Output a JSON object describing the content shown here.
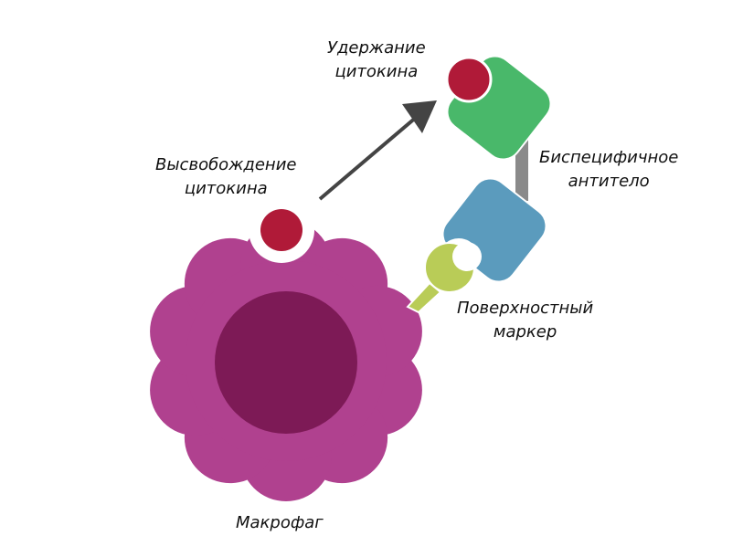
{
  "labels": {
    "retention": [
      "Удержание",
      "цитокина"
    ],
    "release": [
      "Высвобождение",
      "цитокина"
    ],
    "antibody": [
      "Биспецифичное",
      "антитело"
    ],
    "marker": [
      "Поверхностный",
      "маркер"
    ],
    "macrophage": "Макрофаг"
  },
  "colors": {
    "macrophage": "#b0418f",
    "nucleus": "#7d1a56",
    "cytokine": "#b01a38",
    "antibody_top": "#49b86a",
    "antibody_bottom": "#5b9bbd",
    "linker": "#8a8a8a",
    "marker": "#b9cc57",
    "arrow": "#444444"
  }
}
